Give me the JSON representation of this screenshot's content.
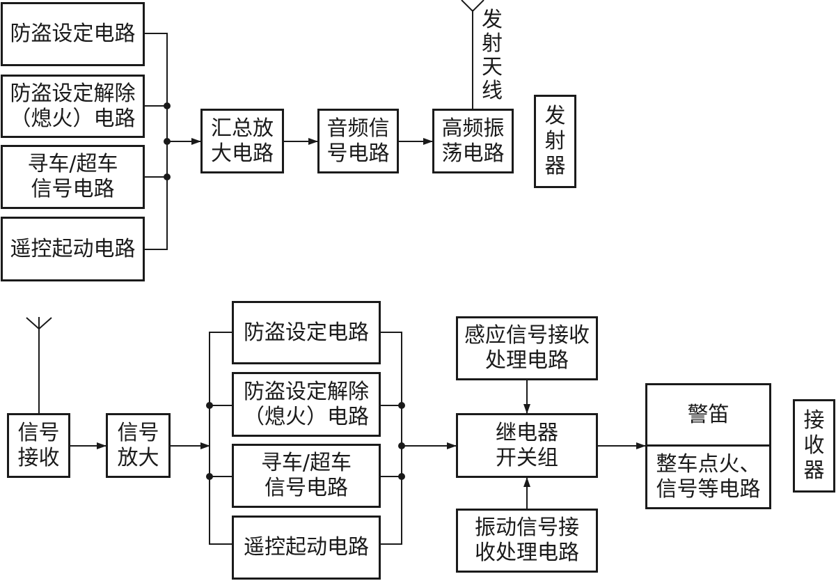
{
  "transmitter": {
    "inputs": [
      {
        "lines": [
          "防盗设定电路"
        ]
      },
      {
        "lines": [
          "防盗设定解除",
          "（熄火）电路"
        ]
      },
      {
        "lines": [
          "寻车/超车",
          "信号电路"
        ]
      },
      {
        "lines": [
          "遥控起动电路"
        ]
      }
    ],
    "summing_amp": [
      "汇总放",
      "大电路"
    ],
    "audio_signal": [
      "音频信",
      "号电路"
    ],
    "hf_oscillator": [
      "高频振",
      "荡电路"
    ],
    "antenna_label": [
      "发",
      "射",
      "天",
      "线"
    ],
    "section_label": [
      "发",
      "射",
      "器"
    ]
  },
  "receiver": {
    "signal_receive": [
      "信号",
      "接收"
    ],
    "signal_amp": [
      "信号",
      "放大"
    ],
    "decoders": [
      {
        "lines": [
          "防盗设定电路"
        ]
      },
      {
        "lines": [
          "防盗设定解除",
          "（熄火）电路"
        ]
      },
      {
        "lines": [
          "寻车/超车",
          "信号电路"
        ]
      },
      {
        "lines": [
          "遥控起动电路"
        ]
      }
    ],
    "induction_circuit": [
      "感应信号接收",
      "处理电路"
    ],
    "relay_group": [
      "继电器",
      "开关组"
    ],
    "vibration_circuit": [
      "振动信号接",
      "收处理电路"
    ],
    "output_top": "警笛",
    "output_bottom": [
      "整车点火、",
      "信号等电路"
    ],
    "section_label": [
      "接",
      "收",
      "器"
    ]
  }
}
